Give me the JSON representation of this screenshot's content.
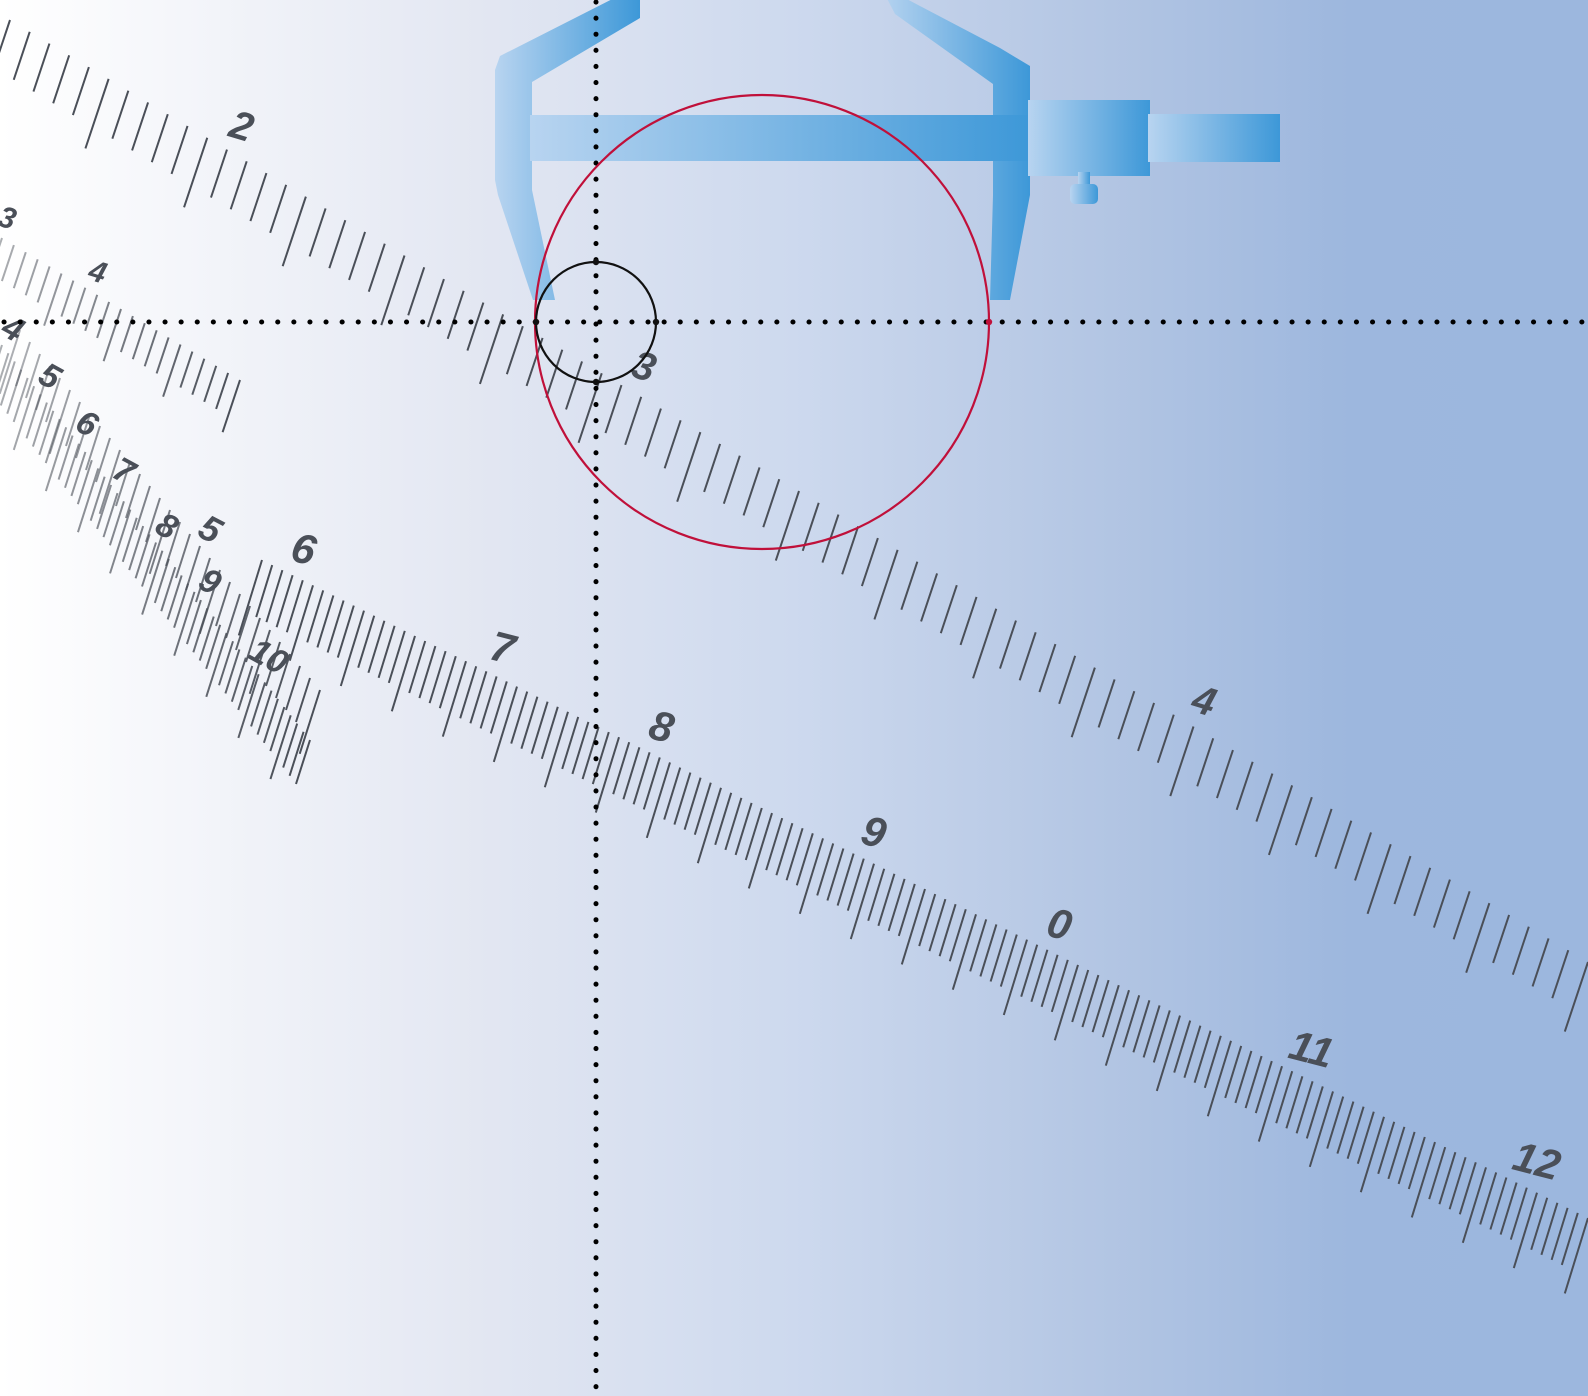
{
  "colors": {
    "caliper_light": "#b8d4f0",
    "caliper_dark": "#3d98d8",
    "large_circle": "#c0103a",
    "small_circle": "#111111",
    "crosshair": "#000000",
    "scale_ink": "#4a4f58"
  },
  "icon": "caliper-icon",
  "scales": [
    {
      "name": "upper",
      "labels": [
        "2",
        "3",
        "4"
      ]
    },
    {
      "name": "lower",
      "labels": [
        "6",
        "7",
        "8",
        "9",
        "0",
        "11",
        "12"
      ]
    },
    {
      "name": "left-top",
      "labels": [
        "3",
        "4"
      ]
    },
    {
      "name": "left-inner",
      "labels": [
        "5"
      ]
    },
    {
      "name": "left-fan",
      "labels": [
        "4",
        "5",
        "6",
        "7",
        "8",
        "9",
        "10"
      ]
    }
  ]
}
